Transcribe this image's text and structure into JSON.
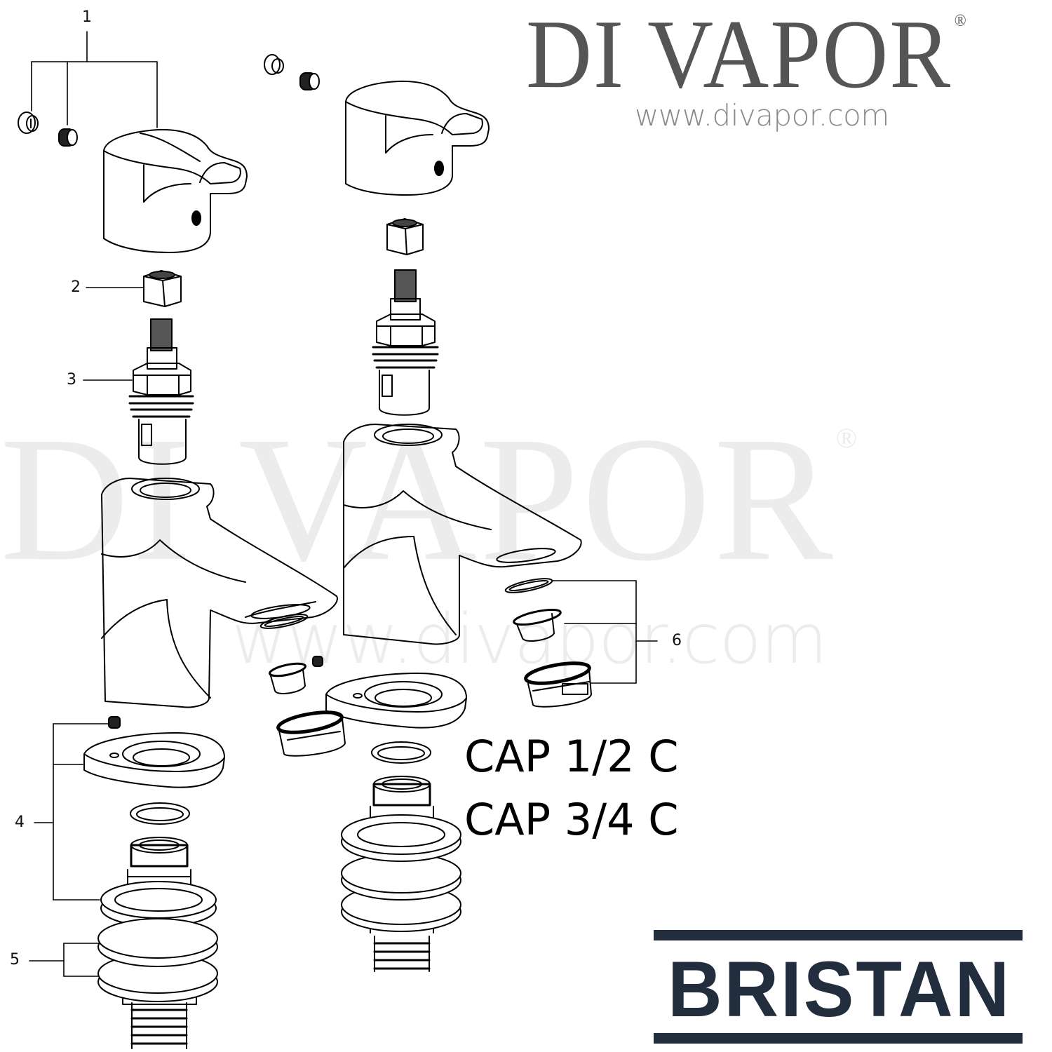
{
  "watermark": {
    "text": "DI VAPOR",
    "registered": "®",
    "url": "www.divapor.com"
  },
  "header_logo": {
    "title": "DI VAPOR",
    "registered": "®",
    "url": "www.divapor.com",
    "color": "#555555"
  },
  "diagram": {
    "type": "exploded-parts-diagram",
    "subject": "Pair of basin pillar taps",
    "callouts": [
      {
        "number": "1",
        "part": "handle-with-index-cap-and-grub-screw"
      },
      {
        "number": "2",
        "part": "handle-adaptor-nut"
      },
      {
        "number": "3",
        "part": "valve-cartridge"
      },
      {
        "number": "4",
        "part": "base-plate-seal-and-fixing-shank"
      },
      {
        "number": "5",
        "part": "fixing-washers"
      },
      {
        "number": "6",
        "part": "aerator-set"
      }
    ]
  },
  "models": {
    "line1": "CAP 1/2 C",
    "line2": "CAP 3/4 C"
  },
  "brand": {
    "name": "BRISTAN",
    "color": "#222d3e"
  }
}
